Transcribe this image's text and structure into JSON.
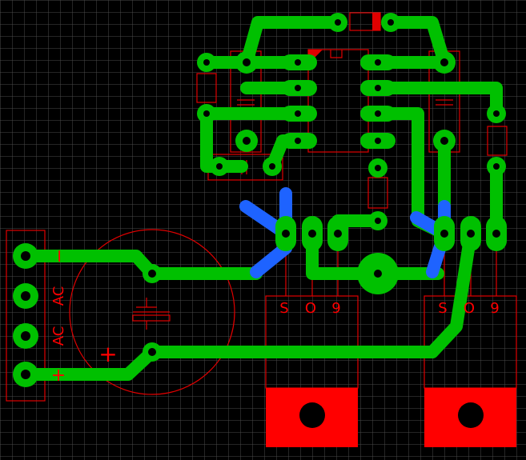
{
  "colors": {
    "background": "#000000",
    "grid": "#4a4a4a",
    "copper_top": "#00c000",
    "copper_bottom": "#1e63ff",
    "silkscreen": "#e00000",
    "pad_hole": "#000000"
  },
  "silkscreen_labels": {
    "conn_minus": "−",
    "conn_ac1": "AC",
    "conn_ac2": "AC",
    "conn_plus": "+",
    "cap_plus": "+",
    "reg_left": [
      "S",
      "O",
      "9"
    ],
    "reg_right": [
      "S",
      "O",
      "9"
    ]
  }
}
